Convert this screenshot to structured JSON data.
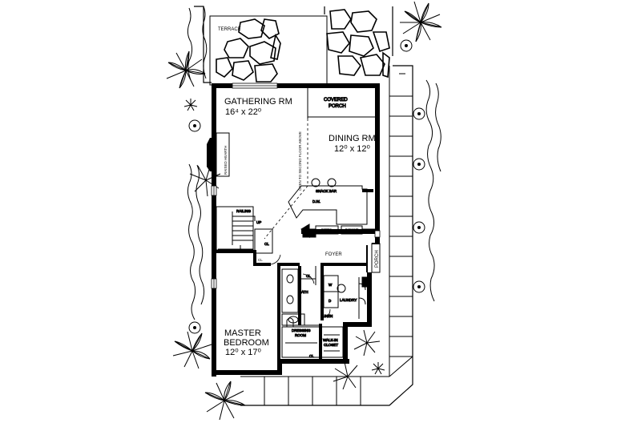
{
  "plan": {
    "rooms": {
      "terrace": {
        "name": "TERRACE"
      },
      "gathering": {
        "name": "GATHERING RM",
        "size": "16⁴ x 22⁰"
      },
      "covered_porch": {
        "line1": "COVERED",
        "line2": "PORCH"
      },
      "dining": {
        "name": "DINING RM",
        "size": "12⁰ x 12⁰"
      },
      "foyer": {
        "name": "FOYER"
      },
      "porch": {
        "name": "PORCH"
      },
      "master": {
        "line1": "MASTER",
        "line2": "BEDROOM",
        "size": "12⁰ x 17⁰"
      },
      "bath": {
        "name": "BATH"
      },
      "laundry": {
        "name": "LAUNDRY"
      },
      "dressing": {
        "line1": "DRESSING",
        "line2": "ROOM"
      },
      "walkin": {
        "line1": "WALK-IN",
        "line2": "CLOSET"
      }
    },
    "fixtures": {
      "hearth": "RAISED HEARTH",
      "railing": "RAILING",
      "up": "UP",
      "snack_bar": "SNACK BAR",
      "dw": "D.W.",
      "refg": "REF'G",
      "range": "RANGE",
      "open_above": "OPEN TO SECOND FLOOR ABOVE",
      "closet": "CL",
      "linen": "LINEN",
      "washer": "W",
      "dryer": "D"
    }
  }
}
